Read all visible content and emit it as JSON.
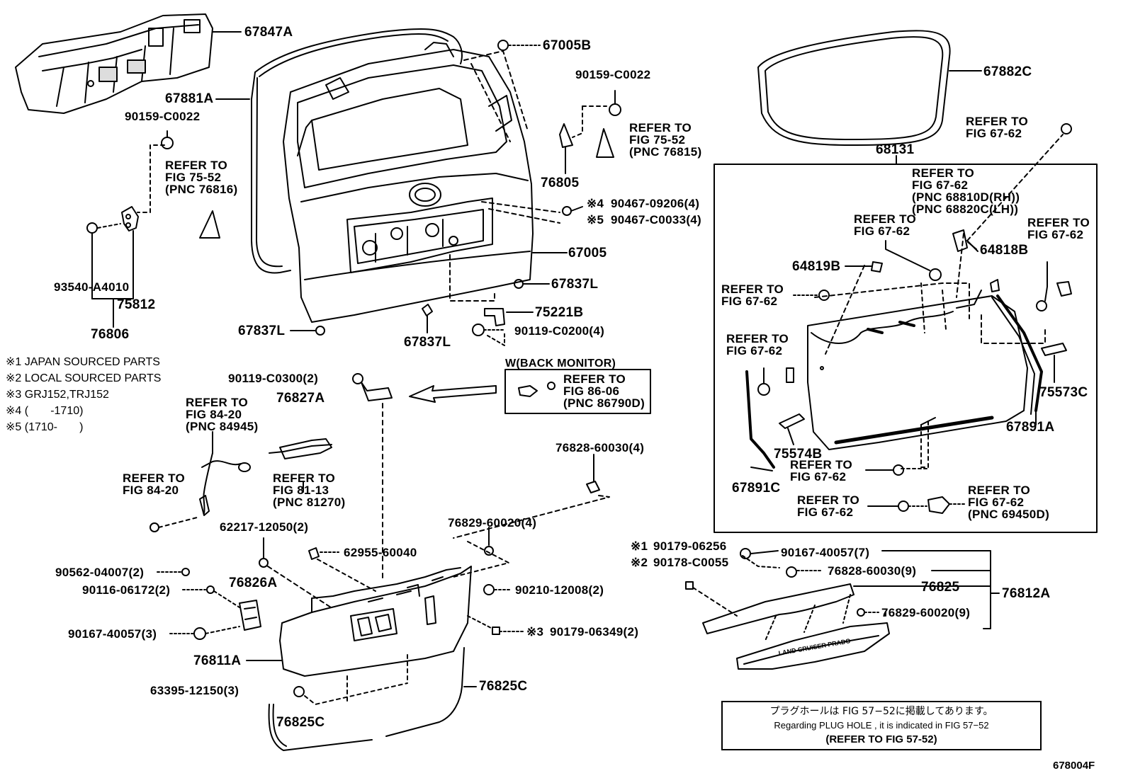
{
  "diagram": {
    "part_numbers": {
      "p67847A": "67847A",
      "p67881A": "67881A",
      "p90159_left": "90159-C0022",
      "p93540": "93540-A4010",
      "p75812": "75812",
      "p76806": "76806",
      "p67005B": "67005B",
      "p90159_right": "90159-C0022",
      "p76805": "76805",
      "p90467a": "90467-09206(4)",
      "p90467b": "90467-C0033(4)",
      "p67005": "67005",
      "p67837L_a": "67837L",
      "p67837L_b": "67837L",
      "p67837L_c": "67837L",
      "p75221B": "75221B",
      "p90119_200": "90119-C0200(4)",
      "p67882C": "67882C",
      "p68131": "68131",
      "p64818B": "64818B",
      "p64819B": "64819B",
      "p75573C": "75573C",
      "p67891A": "67891A",
      "p75574B": "75574B",
      "p67891C": "67891C",
      "p90119_300": "90119-C0300(2)",
      "p76827A": "76827A",
      "p76828_4": "76828-60030(4)",
      "p76829_4": "76829-60020(4)",
      "p62217": "62217-12050(2)",
      "p62955": "62955-60040",
      "p90562": "90562-04007(2)",
      "p90116": "90116-06172(2)",
      "p76826A": "76826A",
      "p90210": "90210-12008(2)",
      "p90167_3": "90167-40057(3)",
      "p90179_06349": "90179-06349(2)",
      "p76811A": "76811A",
      "p63395": "63395-12150(3)",
      "p76825C_a": "76825C",
      "p76825C_b": "76825C",
      "p90179_06256": "90179-06256",
      "p90178": "90178-C0055",
      "p90167_7": "90167-40057(7)",
      "p76828_9": "76828-60030(9)",
      "p76825": "76825",
      "p76812A": "76812A",
      "p76829_9": "76829-60020(9)"
    },
    "marks": {
      "m4": "※4",
      "m5": "※5",
      "m3": "※3",
      "m1": "※1",
      "m2": "※2"
    },
    "references": {
      "r_7552_left": "REFER TO\nFIG 75-52\n(PNC 76816)",
      "r_7552_right": "REFER TO\nFIG 75-52\n(PNC 76815)",
      "r_6762_top": "REFER TO\nFIG 67-62",
      "r_6762_pnc": "REFER TO\nFIG 67-62\n(PNC 68810D(RH))\n(PNC 68820C(LH))",
      "r_6762_mid": "REFER TO\nFIG 67-62",
      "r_6762_right": "REFER TO\nFIG 67-62",
      "r_6762_left1": "REFER TO\nFIG 67-62",
      "r_6762_left2": "REFER TO\nFIG 67-62",
      "r_6762_bot1": "REFER TO\nFIG 67-62",
      "r_6762_bot2": "REFER TO\nFIG 67-62",
      "r_6762_69450": "REFER TO\nFIG 67-62\n(PNC 69450D)",
      "r_8606": "REFER TO\nFIG 86-06\n(PNC 86790D)",
      "r_8420_top": "REFER TO\nFIG 84-20\n(PNC 84945)",
      "r_8420_bot": "REFER TO\nFIG 84-20",
      "r_8113": "REFER TO\nFIG 81-13\n(PNC 81270)"
    },
    "back_monitor_title": "W(BACK MONITOR)",
    "footnotes": [
      "※1 JAPAN SOURCED PARTS",
      "※2 LOCAL SOURCED PARTS",
      "※3 GRJ152,TRJ152",
      "※4 (       -1710)",
      "※5 (1710-       )"
    ],
    "emblem_text": "LAND CRUISER PRADO",
    "plug_note": {
      "line1": "プラグホールは FIG 57−52に掲載してあります。",
      "line2": "Regarding  PLUG  HOLE , it is indicated in FIG  57−52",
      "line3": "(REFER TO FIG 57-52)"
    },
    "figure_id": "678004F"
  }
}
